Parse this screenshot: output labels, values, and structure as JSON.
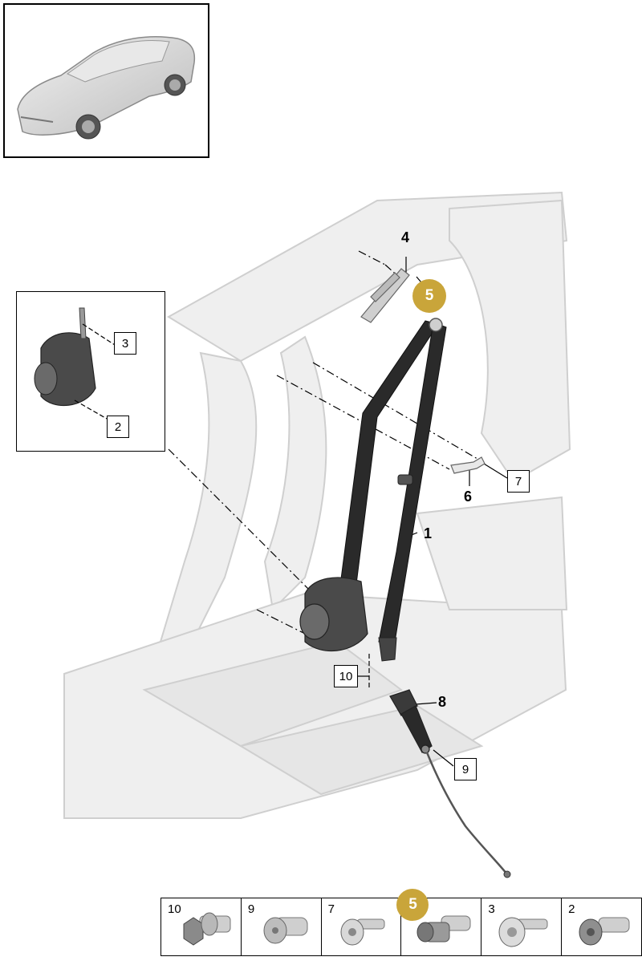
{
  "callouts": {
    "c1": "1",
    "c2": "2",
    "c3": "3",
    "c4": "4",
    "c5": "5",
    "c6": "6",
    "c7": "7",
    "c8": "8",
    "c9": "9",
    "c10": "10"
  },
  "fastener_strip": {
    "cells": [
      "10",
      "9",
      "7",
      "5",
      "3",
      "2"
    ]
  },
  "colors": {
    "highlight": "#c9a53a",
    "line": "#000000",
    "body_gray": "#d9d9d9",
    "belt": "#2a2a2a"
  }
}
